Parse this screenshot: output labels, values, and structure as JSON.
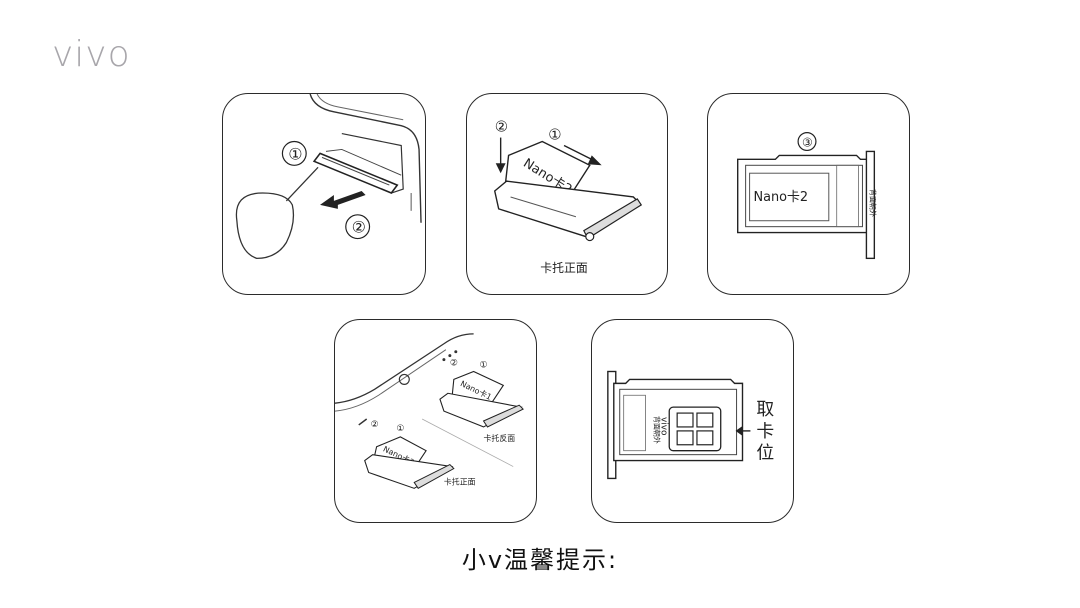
{
  "brand": {
    "logo": "vivo"
  },
  "steps": {
    "s1": {
      "eject_num": "①",
      "pull_num": "②"
    },
    "s2": {
      "push_num": "②",
      "slide_num": "①",
      "card_label": "Nano卡2",
      "tray_label": "卡托正面"
    },
    "s3": {
      "num": "③",
      "card_label": "Nano卡2",
      "tray_side_text": "背面朝外"
    },
    "s4": {
      "top_push_num": "②",
      "top_slide_num": "①",
      "top_card_label": "Nano卡1",
      "top_tray_label": "卡托反面",
      "bot_push_num": "②",
      "bot_slide_num": "①",
      "bot_card_label": "Nano卡2",
      "bot_tray_label": "卡托正面"
    },
    "s5": {
      "tray_logo": "vivo",
      "take_label_1": "取",
      "take_label_2": "卡",
      "take_label_3": "位",
      "tray_side_text": "背面朝外"
    }
  },
  "footer": {
    "tip": "小v温馨提示:"
  }
}
